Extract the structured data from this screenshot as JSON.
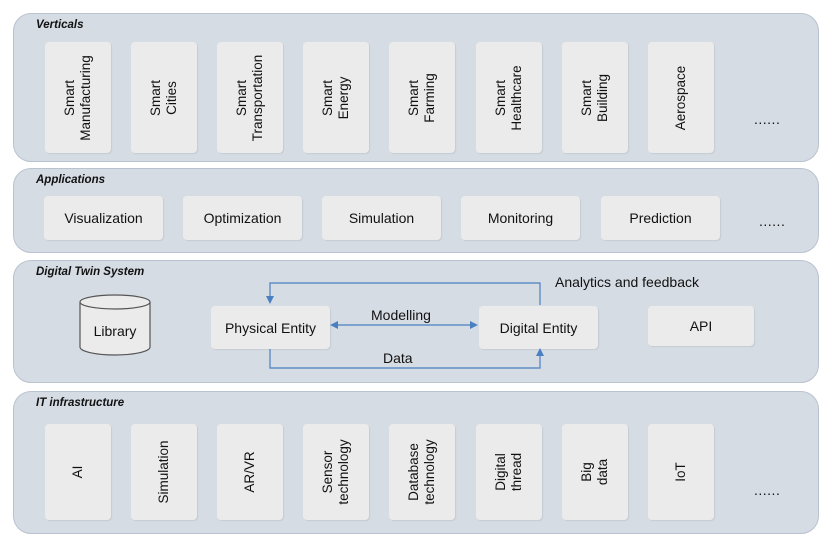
{
  "verticals": {
    "title": "Verticals",
    "items": [
      "Smart\nManufacturing",
      "Smart Cities",
      "Smart\nTransportation",
      "Smart Energy",
      "Smart Farming",
      "Smart\nHealthcare",
      "Smart Building",
      "Aerospace"
    ],
    "more": "......"
  },
  "applications": {
    "title": "Applications",
    "items": [
      "Visualization",
      "Optimization",
      "Simulation",
      "Monitoring",
      "Prediction"
    ],
    "more": "......"
  },
  "digital_twin": {
    "title": "Digital Twin System",
    "library": "Library",
    "physical_entity": "Physical Entity",
    "digital_entity": "Digital Entity",
    "api": "API",
    "modelling_label": "Modelling",
    "data_label": "Data",
    "feedback_label": "Analytics and feedback"
  },
  "infrastructure": {
    "title": "IT infrastructure",
    "items": [
      "AI",
      "Simulation",
      "AR/VR",
      "Sensor\ntechnology",
      "Database\ntechnology",
      "Digital\nthread",
      "Big data",
      "IoT"
    ],
    "more": "......"
  },
  "colors": {
    "panel_bg": "#d6dce4",
    "tile_bg": "#ebebeb",
    "arrow": "#4a7fc1"
  }
}
